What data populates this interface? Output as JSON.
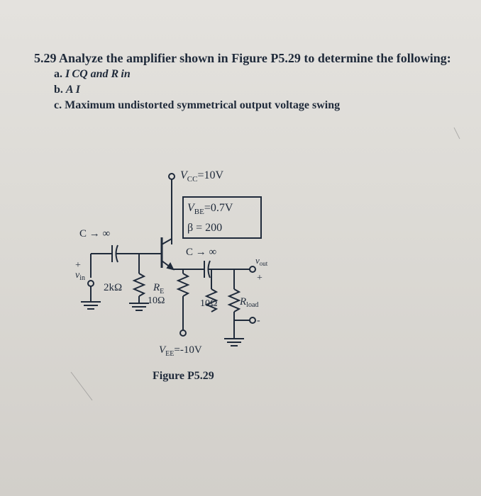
{
  "problem": {
    "number": "5.29",
    "statement": "Analyze the amplifier shown in Figure P5.29 to determine the following:",
    "items": [
      {
        "label": "a.",
        "text": "I CQ and R in"
      },
      {
        "label": "b.",
        "text": "A I"
      },
      {
        "label": "c.",
        "text": "Maximum undistorted symmetrical output voltage swing"
      }
    ]
  },
  "circuit": {
    "vcc": "V",
    "vcc_sub": "CC",
    "vcc_value": "=10V",
    "vbe": "V",
    "vbe_sub": "BE",
    "vbe_value": "=0.7V",
    "beta": "β = 200",
    "cap_in": "C → ∞",
    "cap_out": "C → ∞",
    "vin": "v",
    "vin_sub": "in",
    "vout": "v",
    "vout_sub": "out",
    "r_bias": "2kΩ",
    "re_label": "R",
    "re_sub": "E",
    "re_value": "10Ω",
    "r_c": "10Ω",
    "r_load": "R",
    "r_load_sub": "load",
    "vee": "V",
    "vee_sub": "EE",
    "vee_value": "=-10V",
    "plus": "+",
    "minus": "-"
  },
  "figure_caption": "Figure P5.29",
  "colors": {
    "ink": "#1f2a3a",
    "paper": "#dcdad5"
  }
}
